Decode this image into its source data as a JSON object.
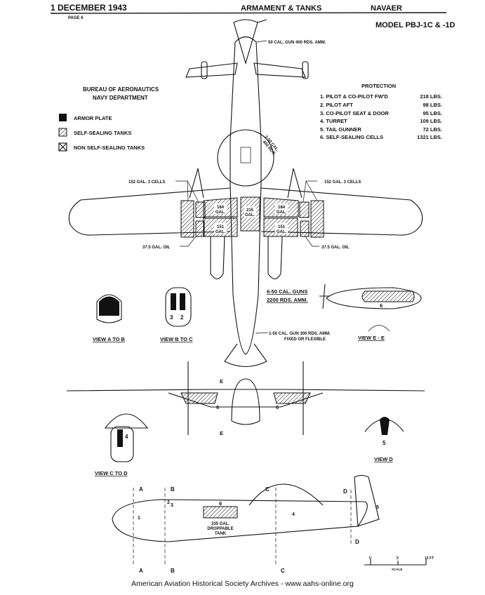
{
  "header": {
    "date": "1 DECEMBER 1943",
    "section": "ARMAMENT & TANKS",
    "org": "NAVAER",
    "page": "PAGE 6",
    "model": "MODEL PBJ-1C & -1D"
  },
  "bureau": {
    "line1": "BUREAU OF AERONAUTICS",
    "line2": "NAVY DEPARTMENT"
  },
  "legend": [
    {
      "label": "ARMOR PLATE",
      "icon": "solid-square-icon"
    },
    {
      "label": "SELF-SEALING TANKS",
      "icon": "hatched-square-icon"
    },
    {
      "label": "NON SELF-SEALING TANKS",
      "icon": "crossed-square-icon"
    }
  ],
  "protection": {
    "title": "PROTECTION",
    "items": [
      {
        "label": "1. PILOT & CO-PILOT FW'D",
        "weight": "218 LBS."
      },
      {
        "label": "2. PILOT AFT",
        "weight": "98 LBS."
      },
      {
        "label": "3. CO-PILOT SEAT & DOOR",
        "weight": "95 LBS."
      },
      {
        "label": "4. TURRET",
        "weight": "109 LBS."
      },
      {
        "label": "5. TAIL GUNNER",
        "weight": "72 LBS."
      },
      {
        "label": "6. SELF-SEALING CELLS",
        "weight": "1321 LBS."
      }
    ]
  },
  "callouts": {
    "tail_gun": "50 CAL. GUN 400 RDS. AMM.",
    "turret_line1": "2-50 CAL.",
    "turret_line2": "400 RDS.",
    "cells_left": "152 GAL. 3 CELLS",
    "cells_right": "152 GAL. 3 CELLS",
    "oil_left": "37.5 GAL. OIL",
    "oil_right": "37.5 GAL. OIL",
    "tank_184_l": [
      "184",
      "GAL."
    ],
    "tank_184_r": [
      "184",
      "GAL."
    ],
    "tank_151_l": [
      "151",
      "GAL."
    ],
    "tank_151_r": [
      "151",
      "GAL."
    ],
    "tank_215": [
      "215",
      "GAL."
    ],
    "nose_guns_1": "6-50 CAL. GUNS",
    "nose_guns_2": "2200 RDS. AMM.",
    "nose_flex_1": "1-50 CAL. GUN 300 RDS. AMM.",
    "nose_flex_2": "FIXED OR FLEXIBLE",
    "droppable_1": "335 GAL.",
    "droppable_2": "DROPPABLE",
    "droppable_3": "TANK"
  },
  "views": {
    "a_to_b": "VIEW A TO B",
    "b_to_c": "VIEW B TO C",
    "e_e": "VIEW E - E",
    "c_to_d": "VIEW C TO D",
    "d": "VIEW D"
  },
  "markers": {
    "a": "A",
    "b": "B",
    "c": "C",
    "d": "D",
    "e": "E",
    "n1": "1",
    "n2": "2",
    "n3": "3",
    "n4": "4",
    "n5": "5",
    "n6": "6"
  },
  "scale": {
    "zero": "0",
    "mid": "5",
    "end": "10 FT",
    "label": "SCALE"
  },
  "footer": "American Aviation Historical Society Archives - www.aahs-online.org"
}
